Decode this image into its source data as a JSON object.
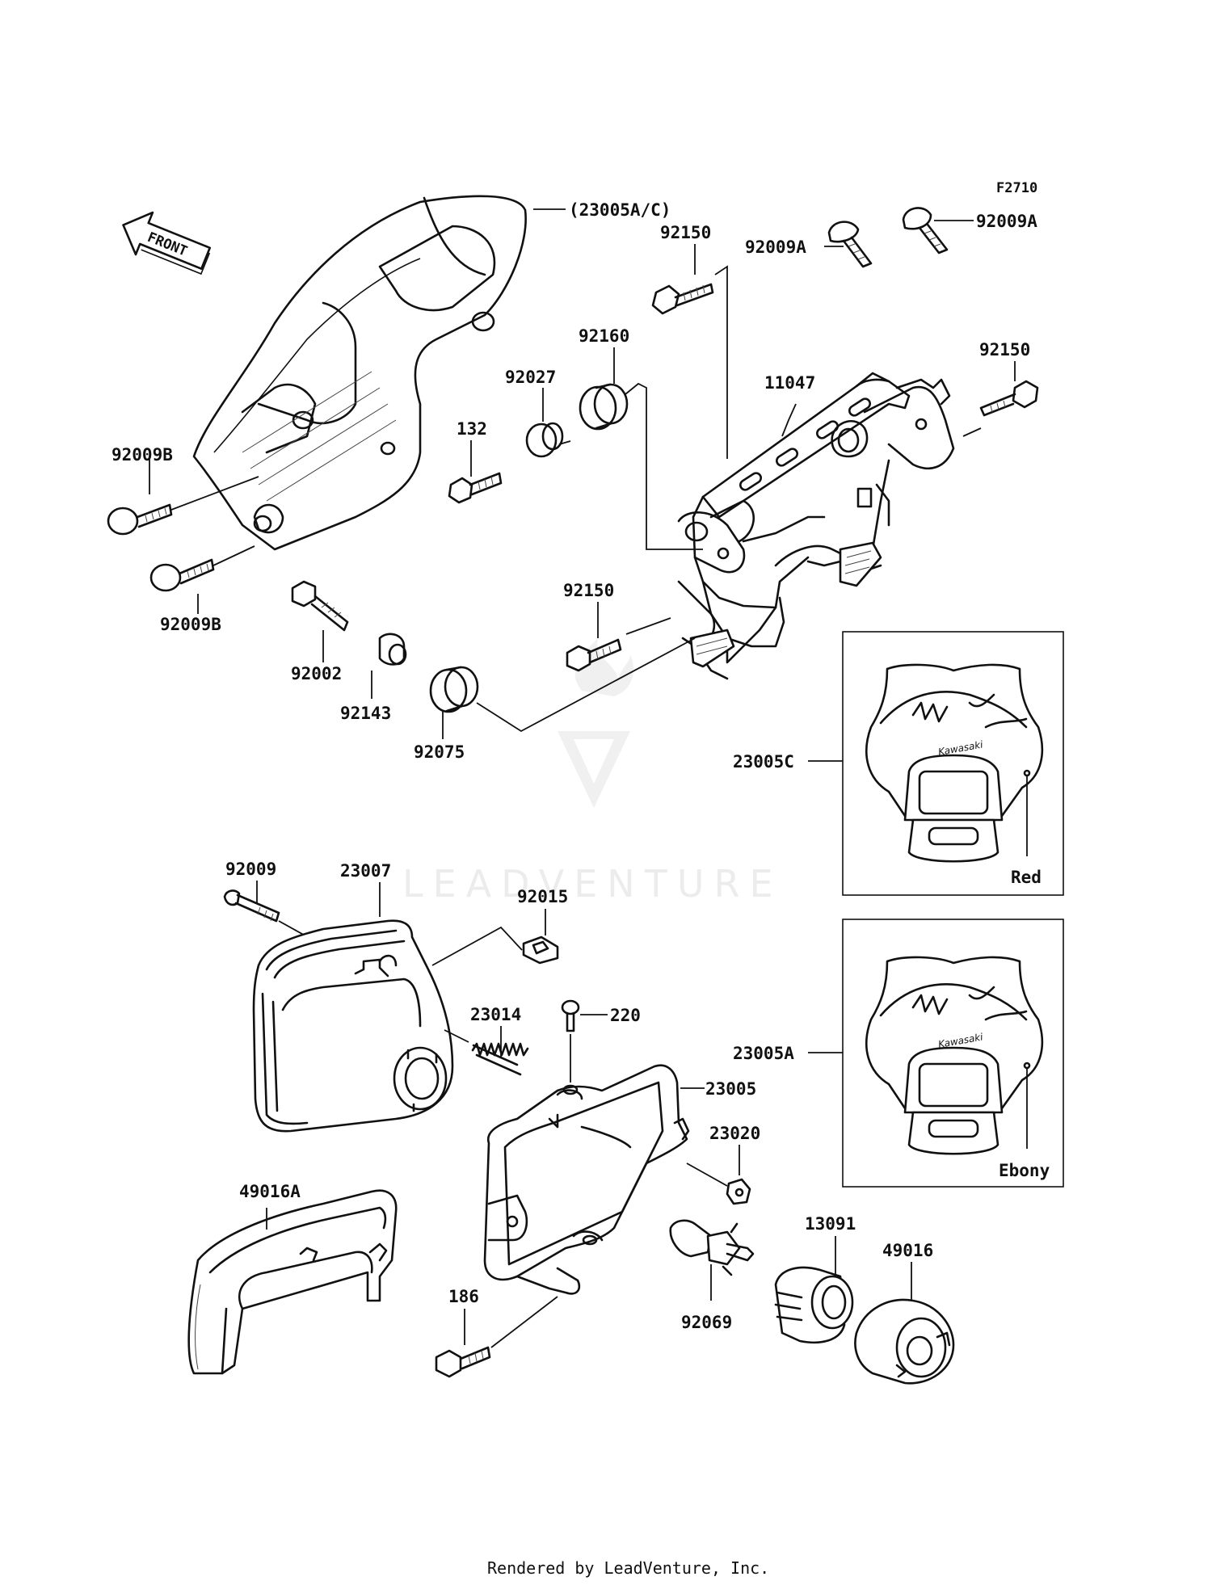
{
  "diagram_code": "F2710",
  "front_label": "FRONT",
  "labels": {
    "l_23005AC": "(23005A/C)",
    "l_92150_a": "92150",
    "l_92009A_a": "92009A",
    "l_92009A_b": "92009A",
    "l_92150_b": "92150",
    "l_92160": "92160",
    "l_92027": "92027",
    "l_11047": "11047",
    "l_132": "132",
    "l_92009B_a": "92009B",
    "l_92009B_b": "92009B",
    "l_92150_c": "92150",
    "l_92002": "92002",
    "l_92143": "92143",
    "l_92075": "92075",
    "l_23005C": "23005C",
    "l_red": "Red",
    "l_92009": "92009",
    "l_23007": "23007",
    "l_92015": "92015",
    "l_23014": "23014",
    "l_220": "220",
    "l_23005": "23005",
    "l_23005A": "23005A",
    "l_ebony": "Ebony",
    "l_23020": "23020",
    "l_49016A": "49016A",
    "l_13091": "13091",
    "l_49016": "49016",
    "l_186": "186",
    "l_92069": "92069"
  },
  "watermark": "LEADVENTURE",
  "footer": "Rendered by LeadVenture, Inc."
}
